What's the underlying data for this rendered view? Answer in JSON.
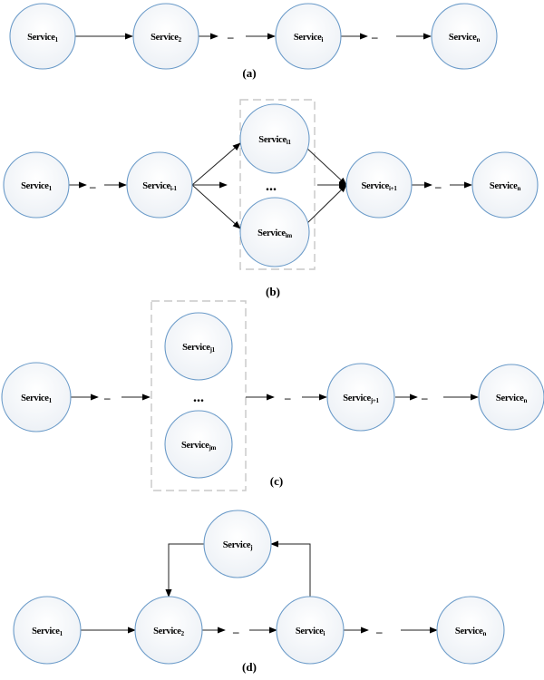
{
  "figure": {
    "panels": [
      {
        "id": "a",
        "label": "(a)",
        "description": "sequential",
        "nodes": [
          {
            "id": "a1",
            "base": "Service",
            "sub": "1"
          },
          {
            "id": "a2",
            "base": "Service",
            "sub": "2"
          },
          {
            "id": "a3",
            "base": "Service",
            "sub": "i"
          },
          {
            "id": "a4",
            "base": "Service",
            "sub": "n"
          }
        ],
        "gaps": [
          "–",
          "–"
        ]
      },
      {
        "id": "b",
        "label": "(b)",
        "description": "parallel",
        "nodes": [
          {
            "id": "b1",
            "base": "Service",
            "sub": "1"
          },
          {
            "id": "b2",
            "base": "Service",
            "sub": "i-1"
          },
          {
            "id": "b3",
            "base": "Service",
            "sub": "i1"
          },
          {
            "id": "b4",
            "base": "Service",
            "sub": "im"
          },
          {
            "id": "b5",
            "base": "Service",
            "sub": "i+1"
          },
          {
            "id": "b6",
            "base": "Service",
            "sub": "n"
          }
        ],
        "group_ellipsis": "...",
        "gaps": [
          "–",
          "–"
        ]
      },
      {
        "id": "c",
        "label": "(c)",
        "description": "selective",
        "nodes": [
          {
            "id": "c1",
            "base": "Service",
            "sub": "1"
          },
          {
            "id": "c2",
            "base": "Service",
            "sub": "j1"
          },
          {
            "id": "c3",
            "base": "Service",
            "sub": "jm"
          },
          {
            "id": "c4",
            "base": "Service",
            "sub": "j+1"
          },
          {
            "id": "c5",
            "base": "Service",
            "sub": "n"
          }
        ],
        "group_ellipsis": "...",
        "gaps": [
          "–",
          "–",
          "–"
        ]
      },
      {
        "id": "d",
        "label": "(d)",
        "description": "loop",
        "nodes": [
          {
            "id": "d1",
            "base": "Service",
            "sub": "1"
          },
          {
            "id": "d2",
            "base": "Service",
            "sub": "2"
          },
          {
            "id": "d3",
            "base": "Service",
            "sub": "j"
          },
          {
            "id": "d4",
            "base": "Service",
            "sub": "i"
          },
          {
            "id": "d5",
            "base": "Service",
            "sub": "n"
          }
        ],
        "gaps": [
          "–",
          "–"
        ]
      }
    ],
    "colors": {
      "node_stroke": "#6b9bc9",
      "node_fill_top": "#ffffff",
      "node_fill_bottom": "#eef2f7",
      "edge": "#222222",
      "group_box": "#c8c8c8"
    }
  }
}
